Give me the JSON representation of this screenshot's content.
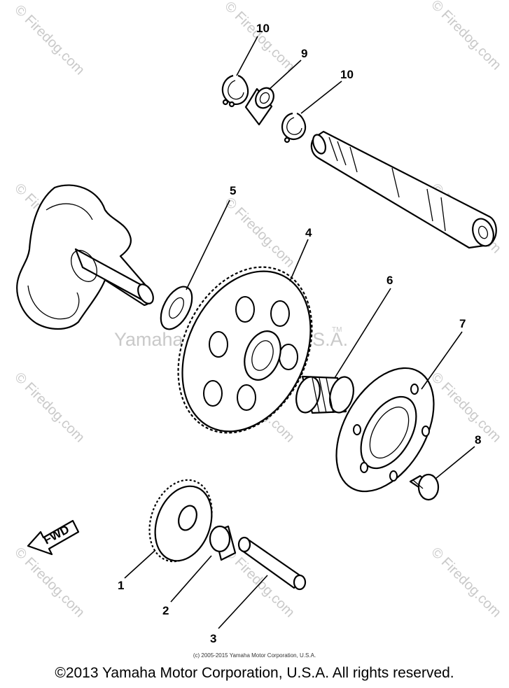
{
  "watermarks": {
    "site": "© Firedog.com",
    "center": "Yamaha Motor Corp, U.S.A.",
    "tm": "TM"
  },
  "callouts": [
    {
      "id": "1",
      "label": "1"
    },
    {
      "id": "2",
      "label": "2"
    },
    {
      "id": "3",
      "label": "3"
    },
    {
      "id": "4",
      "label": "4"
    },
    {
      "id": "5",
      "label": "5"
    },
    {
      "id": "6",
      "label": "6"
    },
    {
      "id": "7",
      "label": "7"
    },
    {
      "id": "8",
      "label": "8"
    },
    {
      "id": "9",
      "label": "9"
    },
    {
      "id": "10a",
      "label": "10"
    },
    {
      "id": "10b",
      "label": "10"
    }
  ],
  "fwd_label": "FWD",
  "small_credit": "(c) 2005-2015 Yamaha Motor Corporation, U.S.A.",
  "footer": "©2013 Yamaha Motor Corporation, U.S.A. All rights reserved."
}
